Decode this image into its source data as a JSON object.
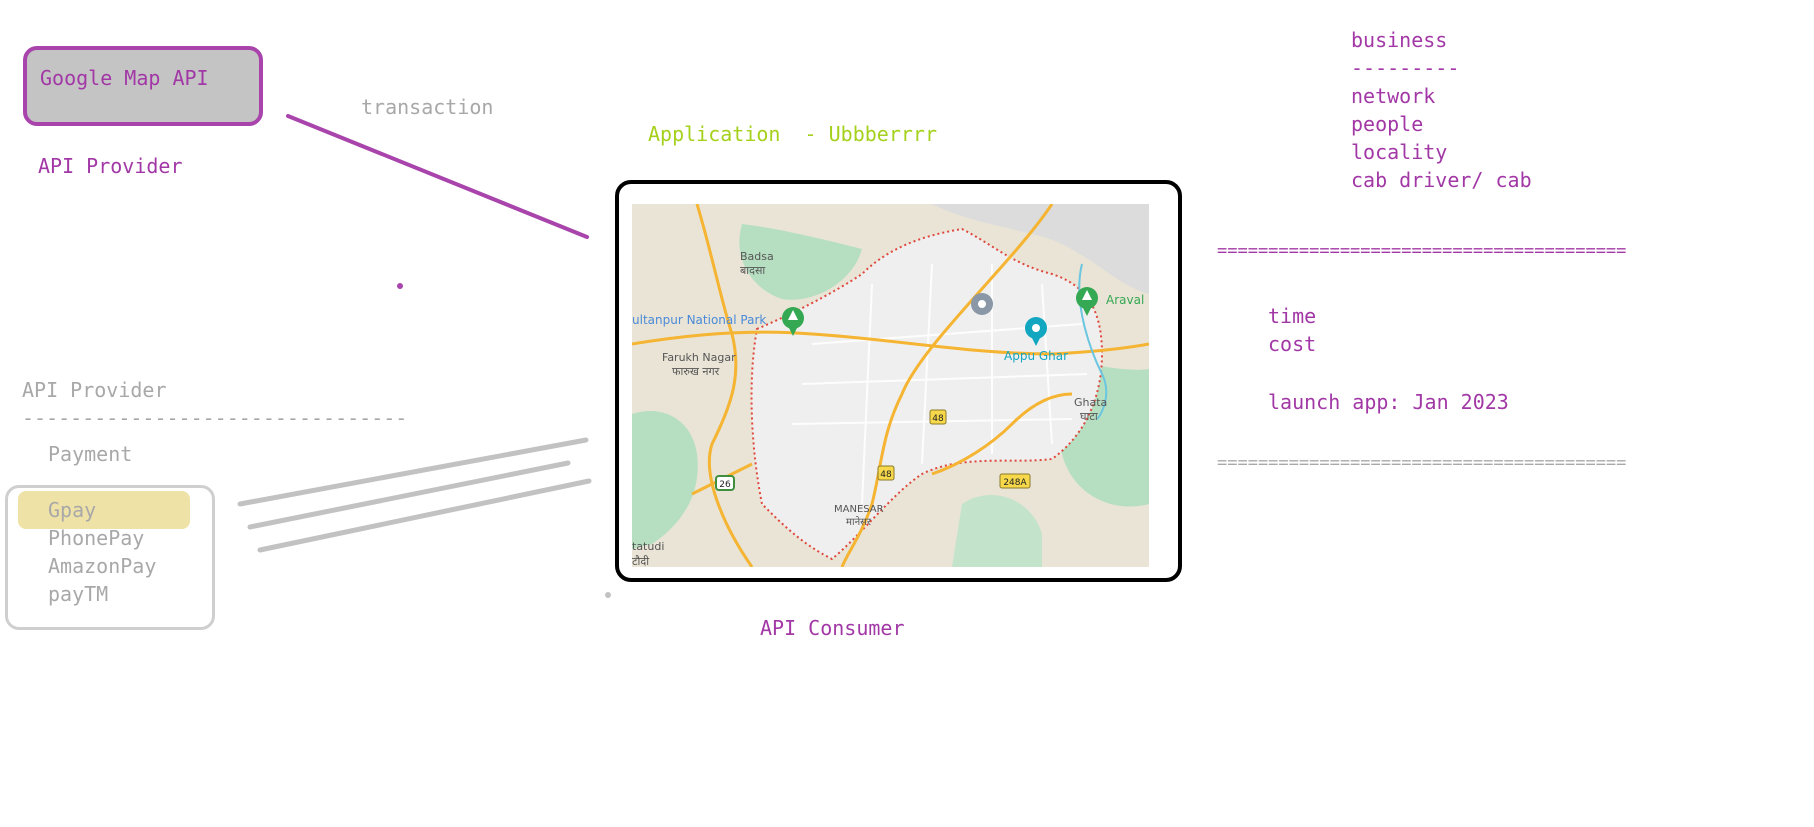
{
  "provider_top": {
    "box_label": "Google Map API",
    "caption": "API Provider"
  },
  "connector_label": "transaction",
  "application_title": "Application  - Ubbberrrr",
  "consumer_caption": "API Consumer",
  "payment_provider": {
    "heading": "API Provider",
    "divider": "--------------------------------",
    "category": "Payment",
    "options": [
      "Gpay",
      "PhonePay",
      "AmazonPay",
      "payTM"
    ]
  },
  "business": {
    "heading": "business",
    "divider": "---------",
    "items": [
      "network",
      "people",
      "locality",
      "cab driver/ cab"
    ]
  },
  "separator_top": "========================================",
  "separator_bottom": "========================================",
  "notes": {
    "line1": "time",
    "line2": "cost",
    "launch": "launch app: Jan 2023"
  },
  "map": {
    "labels": {
      "badsa": "Badsa",
      "badsa_hi": "बादसा",
      "park": "ultanpur National Park",
      "farukh": "Farukh Nagar",
      "farukh_hi": "फारुख नगर",
      "appu": "Appu Ghar",
      "aravali": "Araval",
      "ghata": "Ghata",
      "ghata_hi": "घाटा",
      "manesar": "MANESAR",
      "manesar_hi": "मानेसर",
      "pataudi": "tatudi",
      "pataudi_hi": "टौदी",
      "nh48a": "48",
      "nh48b": "48",
      "nh26": "26",
      "nh248a": "248A"
    }
  },
  "colors": {
    "accent_purple": "#a238a6",
    "muted_gray": "#a8a8a8",
    "title_lime": "#a5d11d",
    "gpay_highlight": "#efe2a6"
  }
}
